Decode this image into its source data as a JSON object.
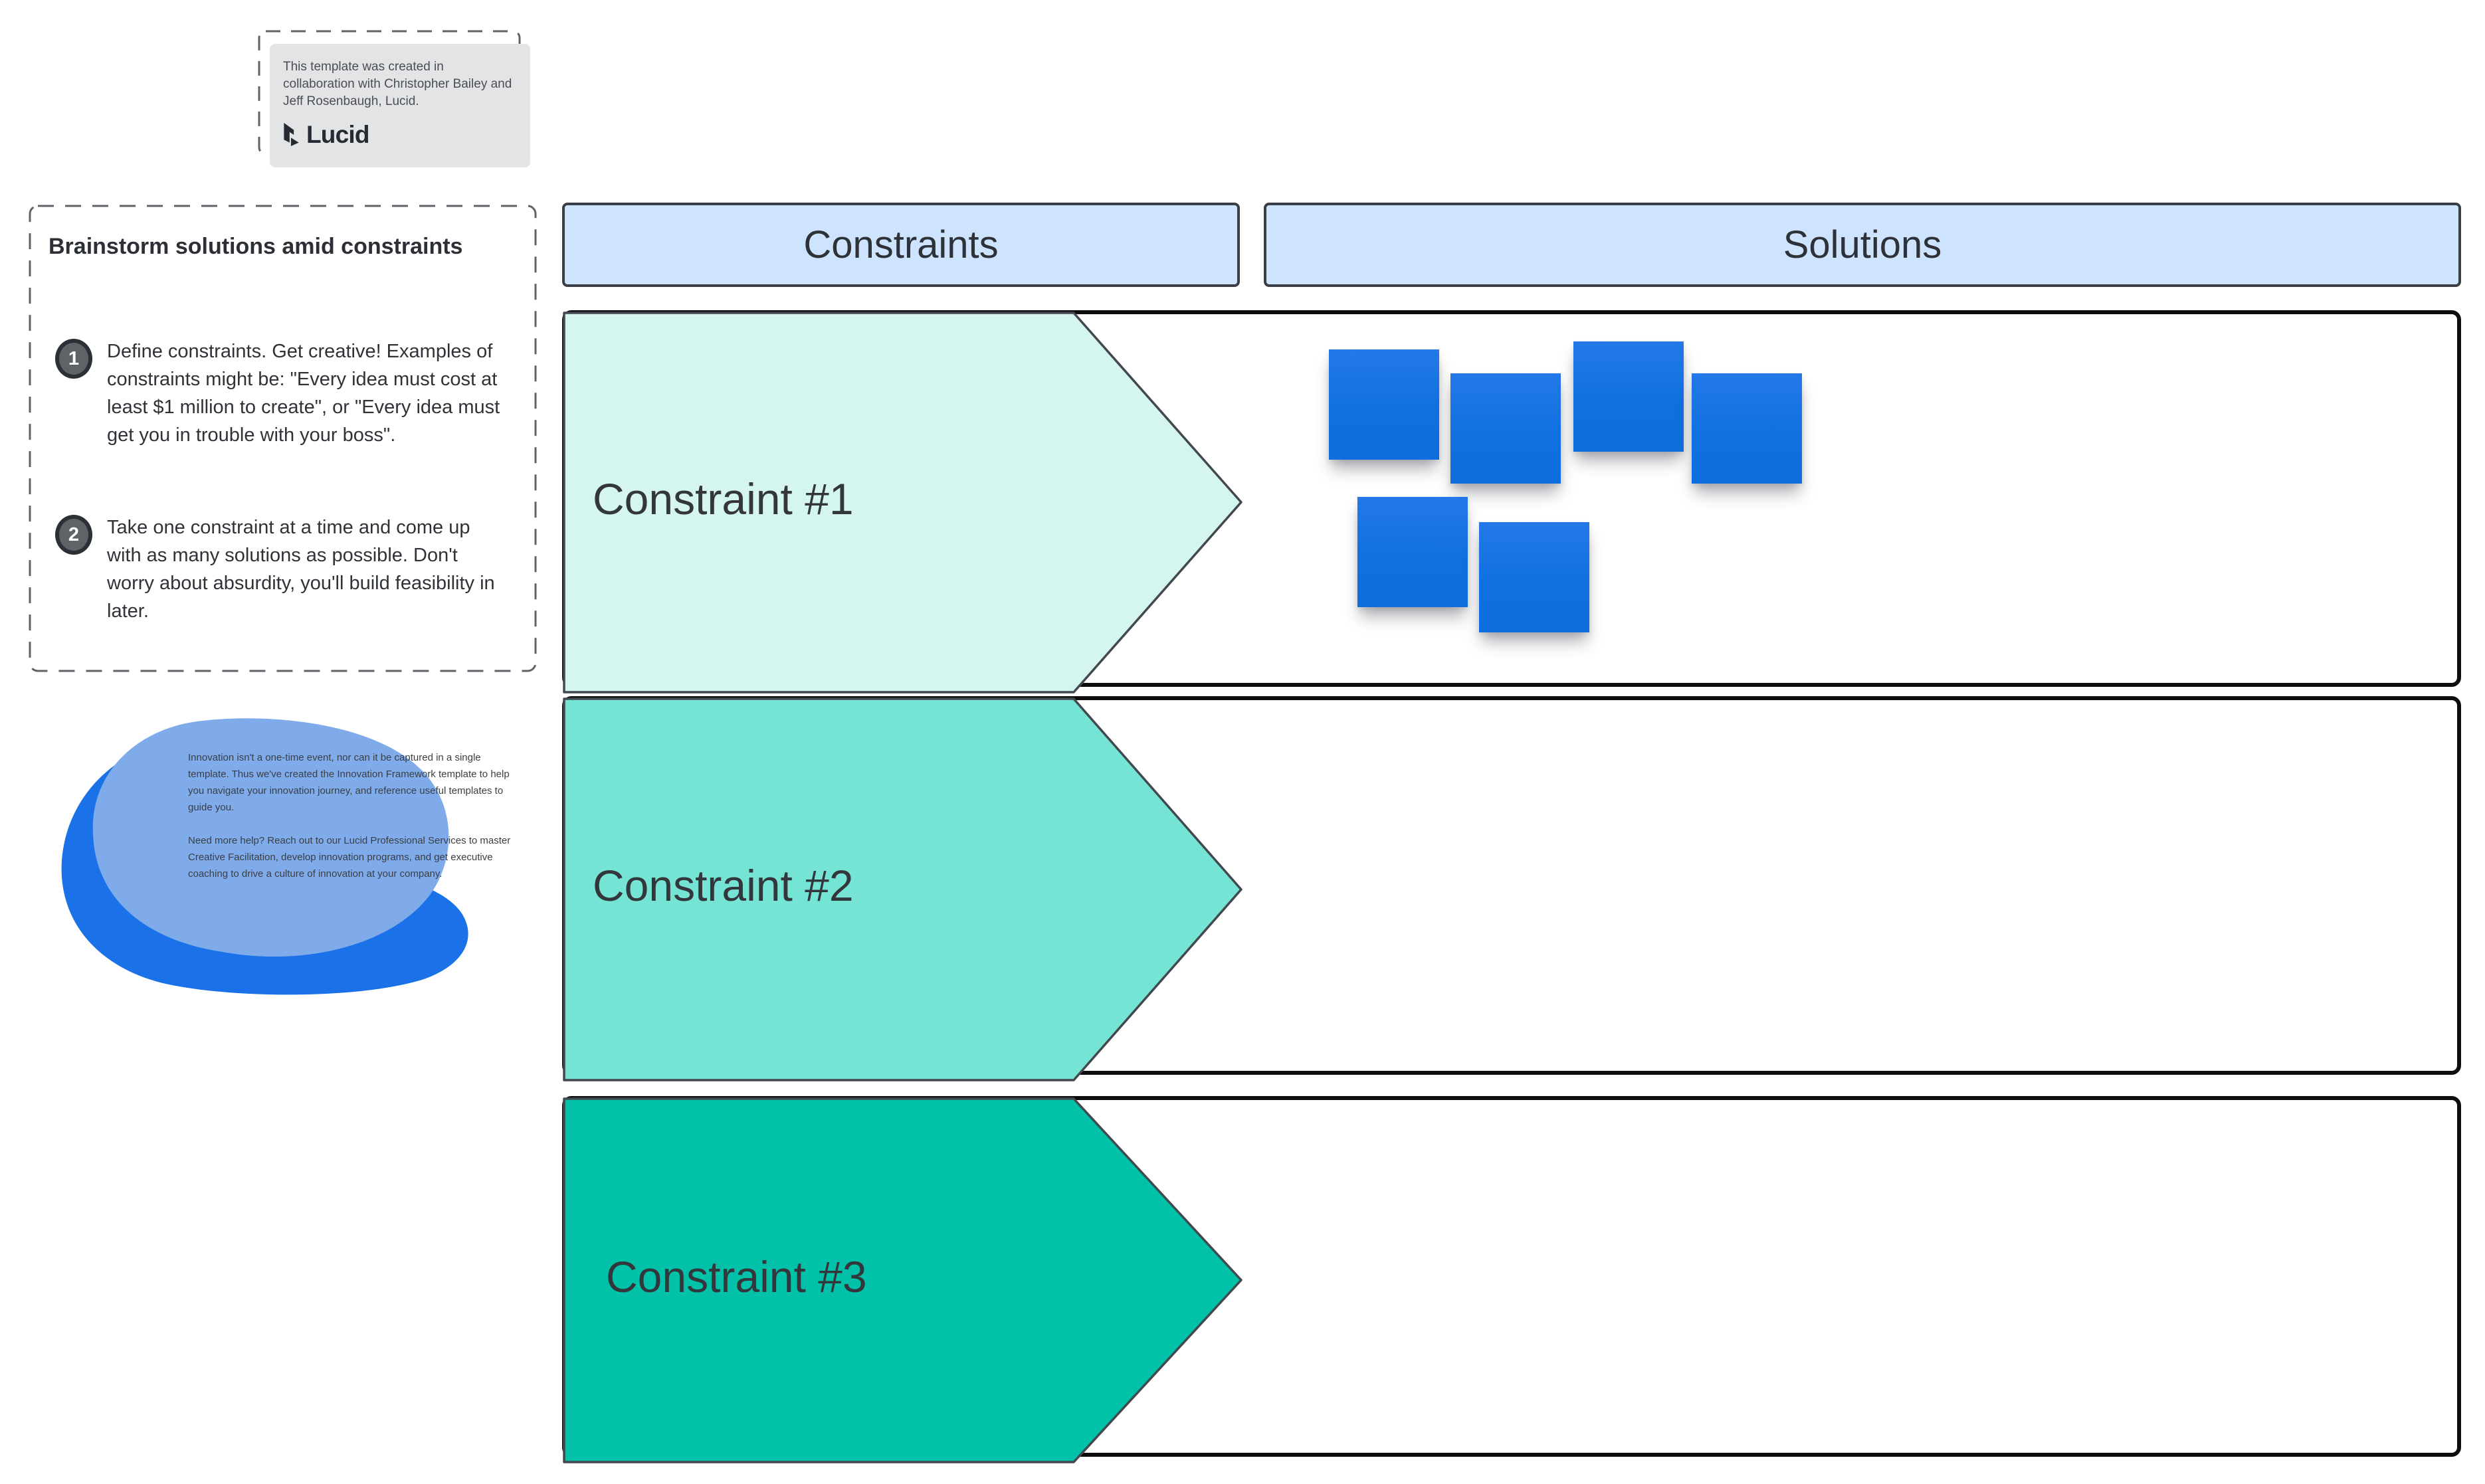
{
  "attribution": {
    "text": "This template was created in collaboration with Christopher Bailey and Jeff Rosenbaugh, Lucid.",
    "brand": "Lucid"
  },
  "instructions": {
    "title": "Brainstorm solutions amid constraints",
    "steps": [
      {
        "number": "1",
        "text": "Define constraints. Get creative! Examples of constraints might be: \"Every idea must cost at least $1 million to create\", or \"Every idea must get you in trouble with your boss\"."
      },
      {
        "number": "2",
        "text": "Take one constraint at a time and come up with as many solutions as possible. Don't worry about absurdity, you'll build feasibility in later."
      }
    ]
  },
  "blob_note": {
    "paragraph1": "Innovation isn't a one-time event, nor can it be captured in a single template. Thus we've created the Innovation Framework template to help you navigate your innovation journey, and reference useful templates to guide you.",
    "paragraph2": "Need more help? Reach out to our Lucid Professional Services to master Creative Facilitation, develop innovation programs, and get executive coaching to drive a culture of innovation at your company."
  },
  "board": {
    "columns": [
      {
        "label": "Constraints"
      },
      {
        "label": "Solutions"
      }
    ],
    "rows": [
      {
        "label": "Constraint #1",
        "arrow_color": "#d5f6f0",
        "sticky_note_count": 6
      },
      {
        "label": "Constraint #2",
        "arrow_color": "#76e4d4",
        "sticky_note_count": 0
      },
      {
        "label": "Constraint #3",
        "arrow_color": "#01c1a8",
        "sticky_note_count": 0
      }
    ],
    "sticky_note_color": "#1170e0"
  },
  "colors": {
    "header_fill": "#cde3fe",
    "row_border": "#0d0d0d",
    "blob_dark": "#1b72e8",
    "blob_light": "#7fabea",
    "dashed_border": "#5f6368"
  }
}
